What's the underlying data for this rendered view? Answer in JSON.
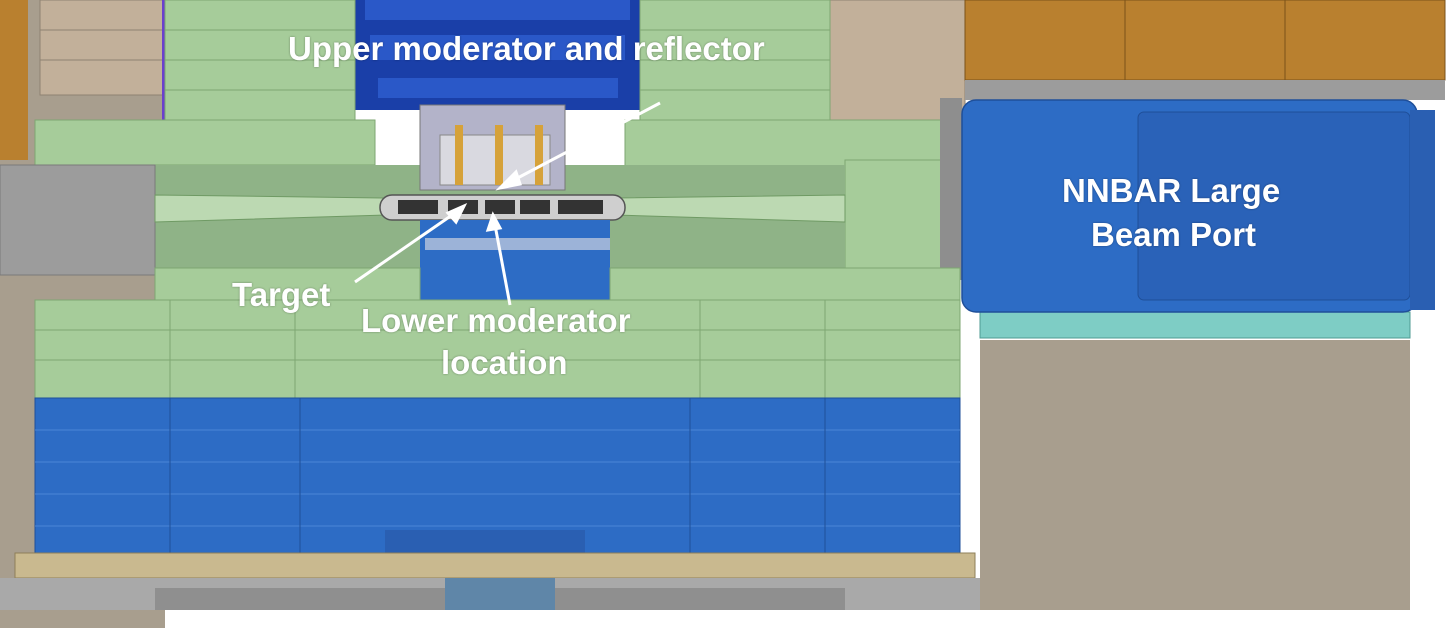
{
  "labels": {
    "upper": "Upper moderator and reflector",
    "target": "Target",
    "lower_line1": "Lower moderator",
    "lower_line2": "location",
    "nnbar_line1": "NNBAR Large",
    "nnbar_line2": "Beam Port"
  },
  "colors": {
    "shield_green": "#a6cc9a",
    "shield_blue": "#2d6cc5",
    "deep_blue": "#1a3fa8",
    "concrete": "#a89e8e",
    "copper": "#b9802f",
    "steel_grey": "#9c9c9c",
    "cyan_strip": "#7ecdc5",
    "label_text": "#ffffff"
  }
}
